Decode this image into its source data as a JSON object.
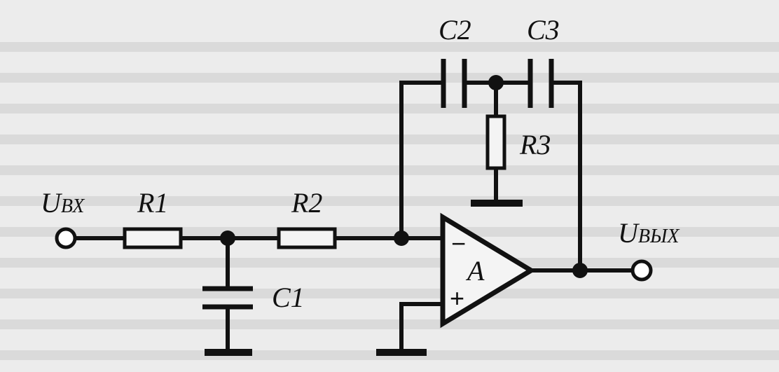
{
  "labels": {
    "input": "U",
    "input_sub": "ВХ",
    "output": "U",
    "output_sub": "ВЫХ",
    "r1": "R1",
    "r2": "R2",
    "r3": "R3",
    "c1": "C1",
    "c2": "C2",
    "c3": "C3",
    "opamp": "A",
    "minus": "−",
    "plus": "+"
  }
}
